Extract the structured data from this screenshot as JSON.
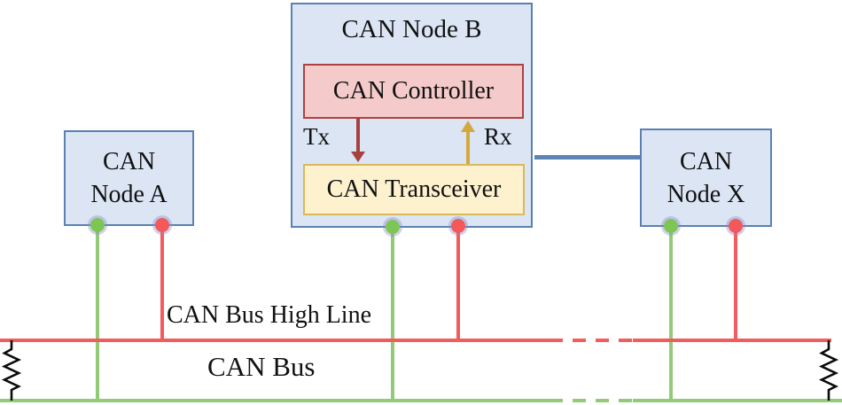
{
  "nodes": {
    "a": {
      "line1": "CAN",
      "line2": "Node A"
    },
    "b": {
      "title": "CAN Node B",
      "controller_label": "CAN Controller",
      "transceiver_label": "CAN Transceiver",
      "tx_label": "Tx",
      "rx_label": "Rx"
    },
    "x": {
      "line1": "CAN",
      "line2": "Node X"
    }
  },
  "bus": {
    "high_line_label": "CAN Bus High Line",
    "bus_label": "CAN Bus"
  },
  "colors": {
    "node_fill": "#dbe5f4",
    "node_border": "#5b81b1",
    "controller_fill": "#f5caca",
    "controller_border": "#ad4243",
    "transceiver_fill": "#fdf2cd",
    "transceiver_border": "#d8b95c",
    "high_line": "#f25c5c",
    "low_line": "#93ca78",
    "link_line": "#5b84b3",
    "tx_arrow": "#a8403f",
    "rx_arrow": "#d3a93d",
    "dot_green": "#7ec653",
    "dot_red": "#f3585b",
    "dot_halo": "rgba(140,140,200,0.40)",
    "resistor": "#0b0b0b"
  }
}
